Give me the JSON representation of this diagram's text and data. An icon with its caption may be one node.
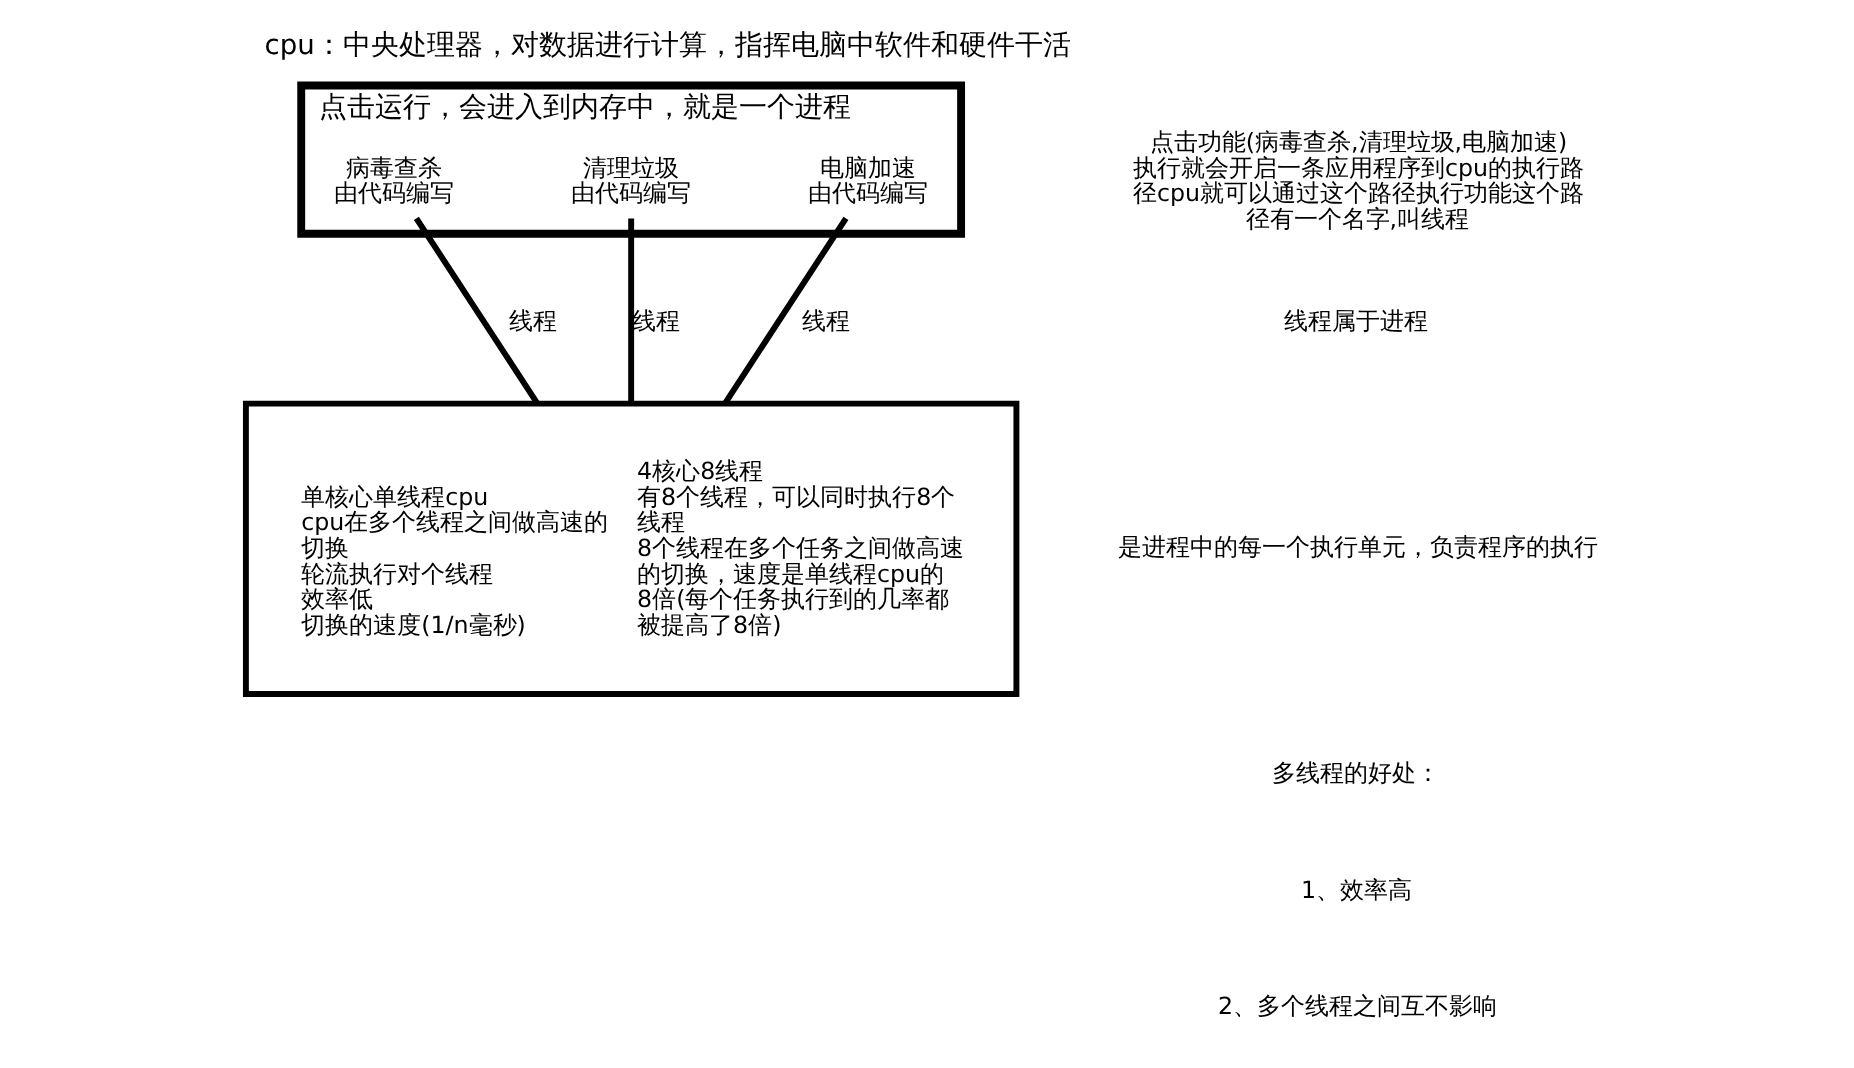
{
  "diagram": {
    "title": "cpu：中央处理器，对数据进行计算，指挥电脑中软件和硬件干活",
    "nodes": [
      {
        "text": [
          "点击运行，会进入到内存中，就是一个进程"
        ]
      },
      {
        "text": [
          "病毒查杀",
          "由代码编写"
        ],
        "in": 0
      },
      {
        "text": [
          "清理垃圾",
          "由代码编写"
        ],
        "in": 0
      },
      {
        "text": [
          "电脑加速",
          "由代码编写"
        ],
        "in": 0
      },
      {
        "text": [
          "单核心单线程cpu",
          "cpu在多个线程之间做高速的切换",
          "轮流执行对个线程",
          "效率低",
          "切换的速度(1/n毫秒)",
          "4核心8线程",
          "有8个线程，可以同时执行8个线程",
          "8个线程在多个任务之间做高速的切换，速度是单线程cpu的8倍(每个任务执行到的几率都被提高了8倍)"
        ]
      }
    ],
    "edges": [
      {
        "from": 1,
        "to": 4,
        "arrow": "none",
        "label": "线程"
      },
      {
        "from": 2,
        "to": 4,
        "arrow": "none",
        "label": "线程"
      },
      {
        "from": 3,
        "to": 4,
        "arrow": "none",
        "label": "线程"
      }
    ],
    "labels": [
      "点击功能(病毒查杀,清理垃圾,电脑加速)执行就会开启一条应用程序到cpu的执行路径cpu就可以通过这个路径执行功能这个路径有一个名字,叫线程",
      "线程属于进程",
      "是进程中的每一个执行单元，负责程序的执行",
      "多线程的好处：",
      "1、效率高",
      "2、多个线程之间互不影响"
    ]
  }
}
